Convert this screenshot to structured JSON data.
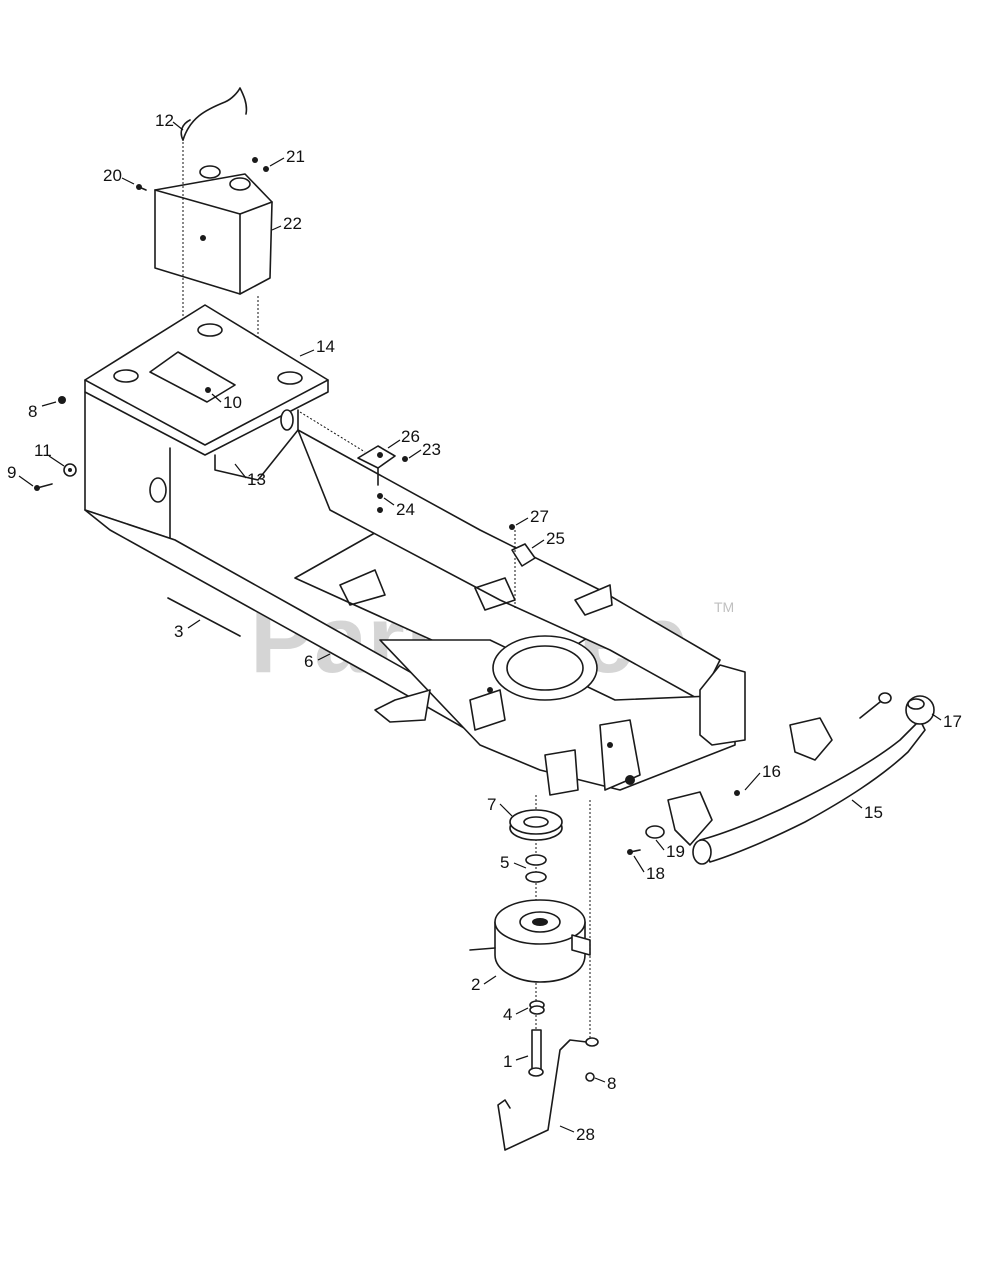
{
  "watermark": {
    "text": "PartsTree",
    "trademark": "TM"
  },
  "callouts": {
    "c1": "1",
    "c2": "2",
    "c3": "3",
    "c4": "4",
    "c5": "5",
    "c6": "6",
    "c7": "7",
    "c8a": "8",
    "c8b": "8",
    "c9": "9",
    "c10": "10",
    "c11": "11",
    "c12": "12",
    "c13": "13",
    "c14": "14",
    "c15": "15",
    "c16": "16",
    "c17": "17",
    "c18": "18",
    "c19": "19",
    "c20": "20",
    "c21": "21",
    "c22": "22",
    "c23": "23",
    "c24": "24",
    "c25": "25",
    "c26": "26",
    "c27": "27",
    "c28": "28"
  }
}
